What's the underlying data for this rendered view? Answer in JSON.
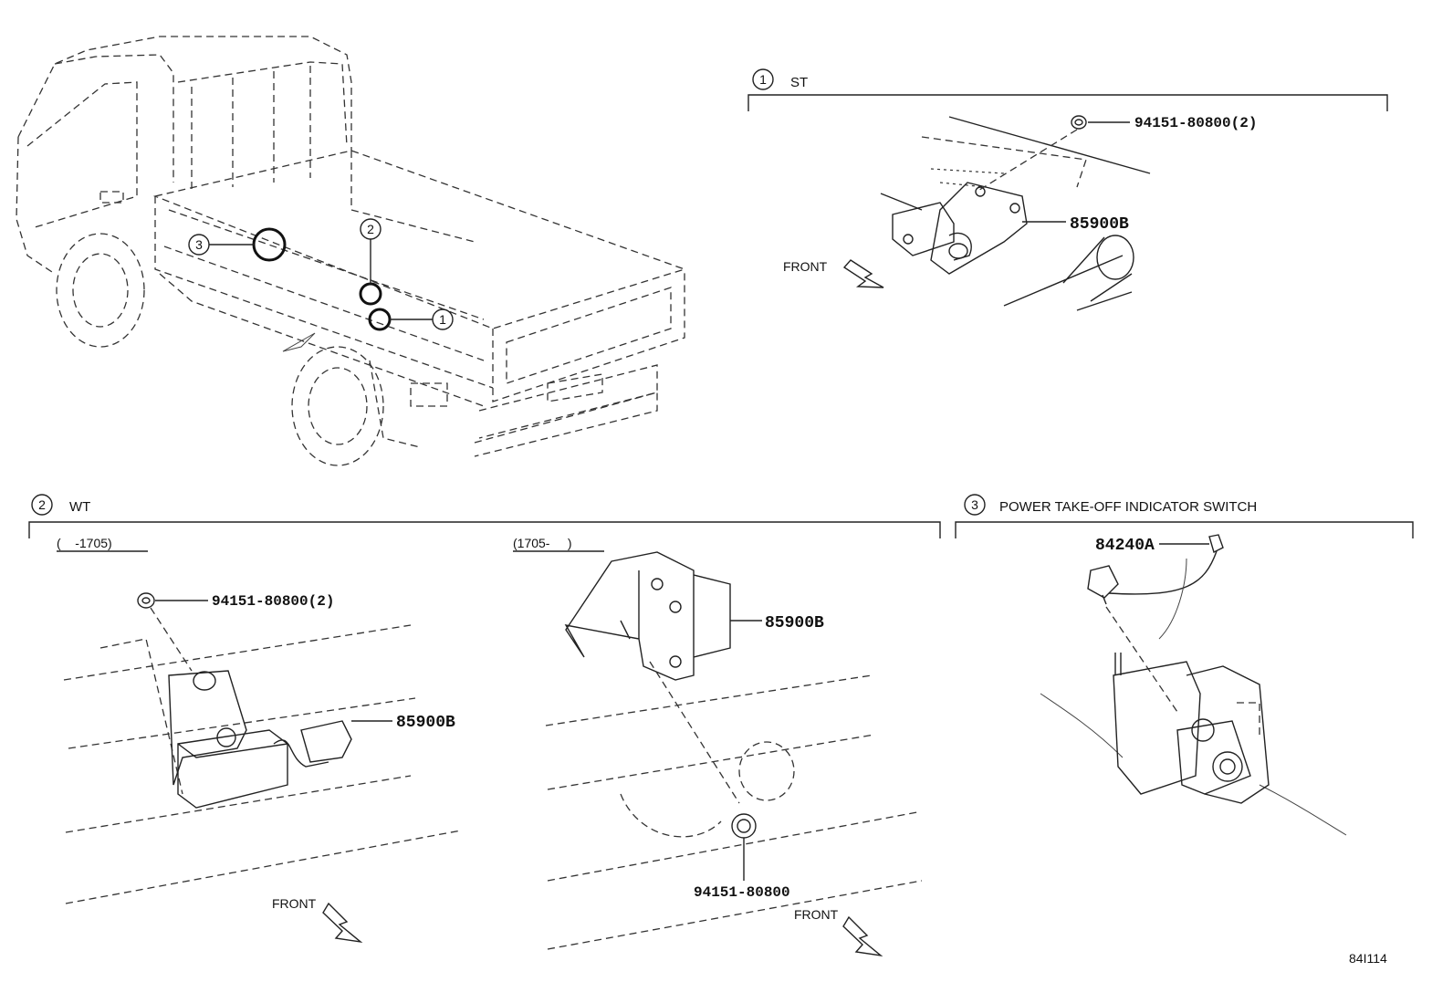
{
  "sections": {
    "st": {
      "number": "1",
      "title": "ST"
    },
    "wt": {
      "number": "2",
      "title": "WT"
    },
    "pto": {
      "number": "3",
      "title": "POWER TAKE-OFF INDICATOR SWITCH"
    }
  },
  "callouts": {
    "c1": "1",
    "c2": "2",
    "c3": "3"
  },
  "wt_ranges": {
    "left": "(    -1705)",
    "right": "(1705-     )"
  },
  "labels": {
    "front": "FRONT",
    "st_bolt": "94151-80800(2)",
    "st_sensor": "85900B",
    "wt_left_bolt": "94151-80800(2)",
    "wt_left_sensor": "85900B",
    "wt_right_sensor": "85900B",
    "wt_right_bolt": "94151-80800",
    "pto_switch": "84240A"
  },
  "figure_id": "84I114"
}
